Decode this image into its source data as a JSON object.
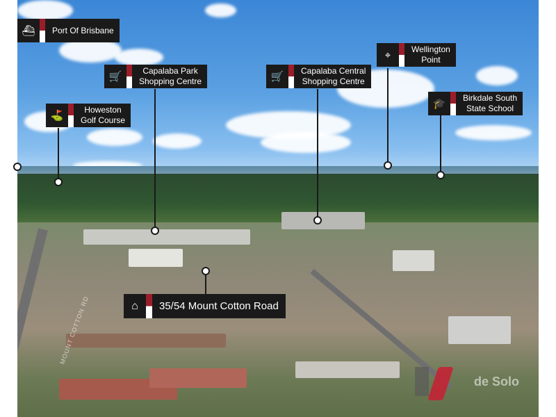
{
  "labels": {
    "port_of_brisbane": "Port Of Brisbane",
    "capalaba_park_line1": "Capalaba Park",
    "capalaba_park_line2": "Shopping Centre",
    "capalaba_central_line1": "Capalaba Central",
    "capalaba_central_line2": "Shopping Centre",
    "wellington_line1": "Wellington",
    "wellington_line2": "Point",
    "birkdale_line1": "Birkdale South",
    "birkdale_line2": "State School",
    "howeston_line1": "Howeston",
    "howeston_line2": "Golf Course"
  },
  "address": "35/54 Mount Cotton Road",
  "icons": {
    "port": "ship-icon",
    "capalaba_park": "shopping-cart-icon",
    "capalaba_central": "shopping-cart-icon",
    "wellington": "map-pin-icon",
    "birkdale": "graduation-cap-icon",
    "howeston": "golf-icon",
    "address": "house-icon"
  },
  "watermark": "de Solo",
  "colors": {
    "label_bg": "#1a1a1a",
    "accent": "#9c1d2a"
  }
}
